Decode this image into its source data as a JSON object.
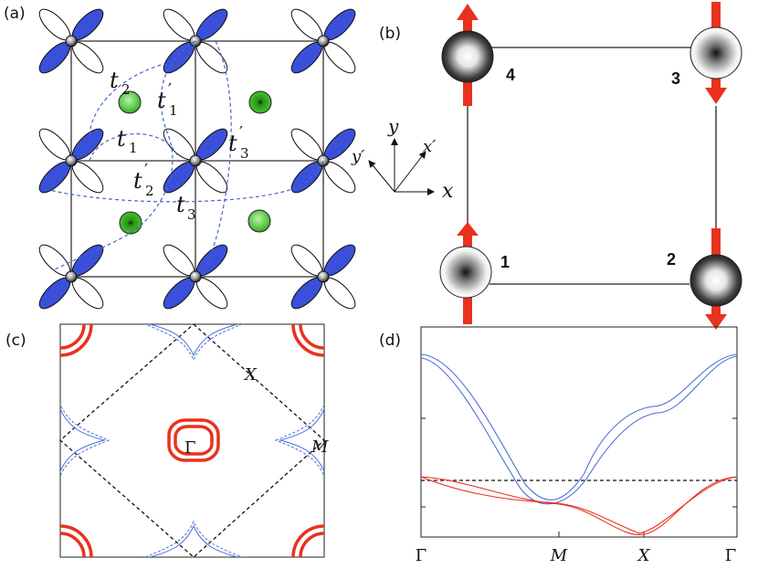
{
  "panels": {
    "a": {
      "label": "(a)",
      "hopping": {
        "t1": "t",
        "t2": "t",
        "t3": "t",
        "s1": "1",
        "s2": "2",
        "s3": "3",
        "prime": "′"
      }
    },
    "b": {
      "label": "(b)",
      "sites": [
        "1",
        "2",
        "3",
        "4"
      ],
      "axes": {
        "x": "x",
        "y": "y",
        "xp": "x′",
        "yp": "y′"
      }
    },
    "c": {
      "label": "(c)",
      "points": {
        "gamma": "Γ",
        "X": "X",
        "M": "M"
      }
    },
    "d": {
      "label": "(d)",
      "xticks": [
        "Γ",
        "M",
        "X",
        "Γ"
      ]
    }
  },
  "colors": {
    "orbital_blue": "#3a50d8",
    "green_atom": "#45cc2e",
    "spin_arrow": "#e8321e",
    "band_blue": "#4a6fd8",
    "band_red": "#e8321e"
  }
}
